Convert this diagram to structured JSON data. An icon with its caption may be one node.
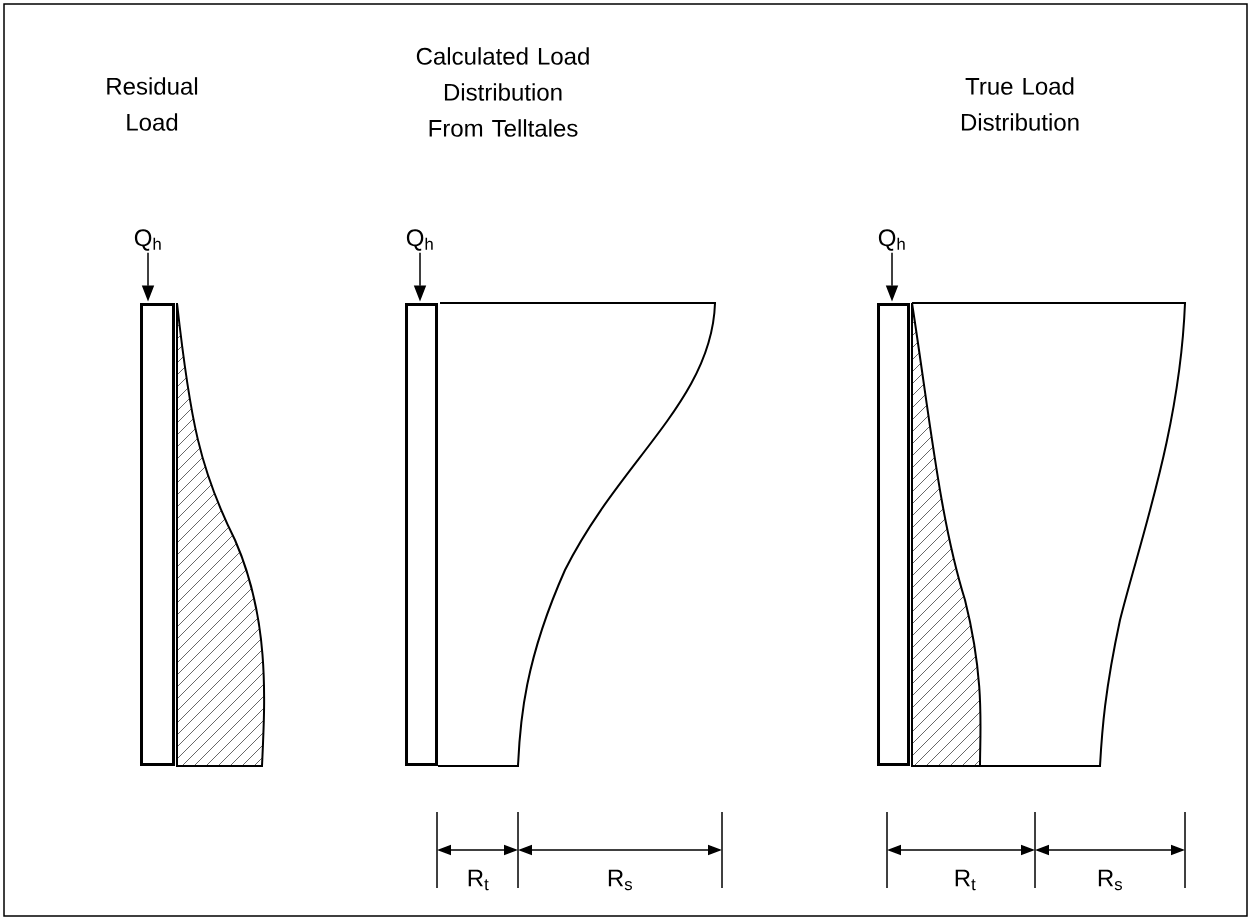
{
  "diagram": {
    "nodes": [
      {
        "text": [
          "Q$_{h}$"
        ]
      },
      {
        "text": [
          "Q$_{h}$"
        ]
      },
      {
        "text": [
          "Q$_{h}$"
        ]
      },
      {
        "text": [],
        "shape": "bar"
      },
      {
        "text": [],
        "shape": "bar"
      },
      {
        "text": [],
        "shape": "bar"
      }
    ],
    "edges": [
      {
        "from": 0,
        "to": 3,
        "arrow": "to"
      },
      {
        "from": 1,
        "to": 4,
        "arrow": "to"
      },
      {
        "from": 2,
        "to": 5,
        "arrow": "to"
      }
    ],
    "labels": [
      "Residual Load",
      "Calculated Load Distribution From Telltales",
      "True Load Distribution",
      "R$_{t}$",
      "R$_{s}$",
      "R$_{t}$",
      "R$_{s}$"
    ]
  }
}
